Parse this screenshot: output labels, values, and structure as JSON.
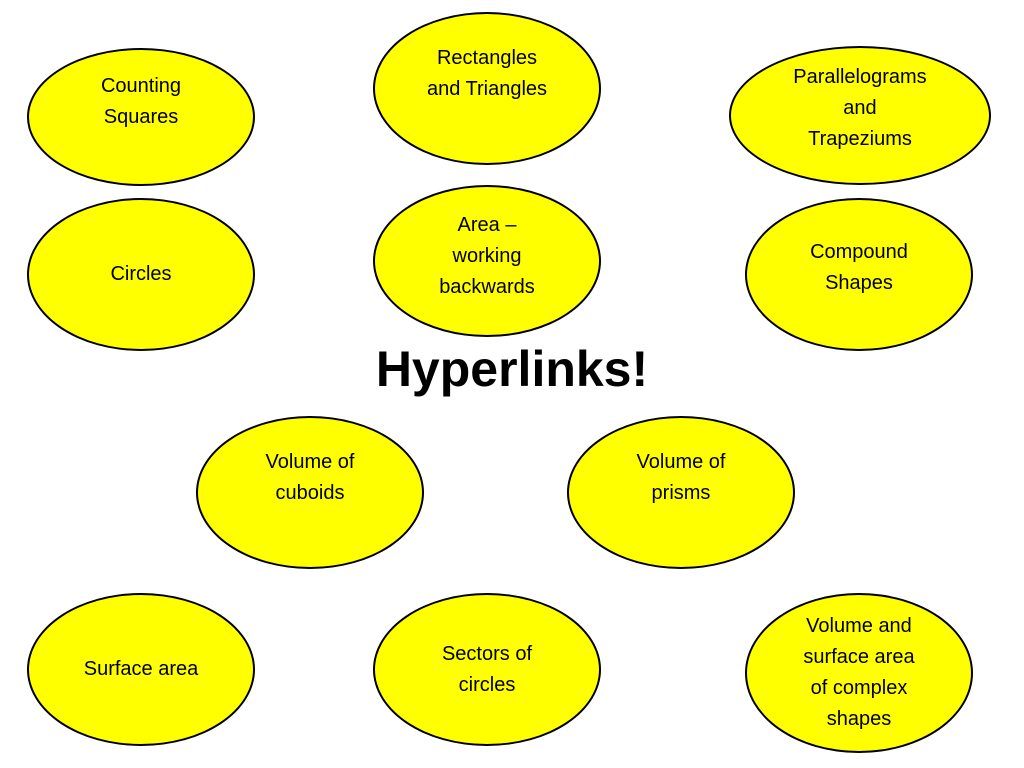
{
  "title": "Hyperlinks!",
  "colors": {
    "bubble_fill": "#ffff00",
    "bubble_border": "#000000",
    "text": "#000000",
    "background": "#ffffff"
  },
  "links": {
    "counting_squares": "Counting\nSquares",
    "rectangles_triangles": "Rectangles\nand Triangles",
    "parallelograms_trapeziums": "Parallelograms\nand\nTrapeziums",
    "circles": "Circles",
    "area_working_backwards": "Area –\nworking\nbackwards",
    "compound_shapes": "Compound\nShapes",
    "volume_cuboids": "Volume of\ncuboids",
    "volume_prisms": "Volume of\nprisms",
    "surface_area": "Surface area",
    "sectors_of_circles": "Sectors of\ncircles",
    "volume_surface_complex": "Volume and\nsurface area\nof complex\nshapes"
  }
}
